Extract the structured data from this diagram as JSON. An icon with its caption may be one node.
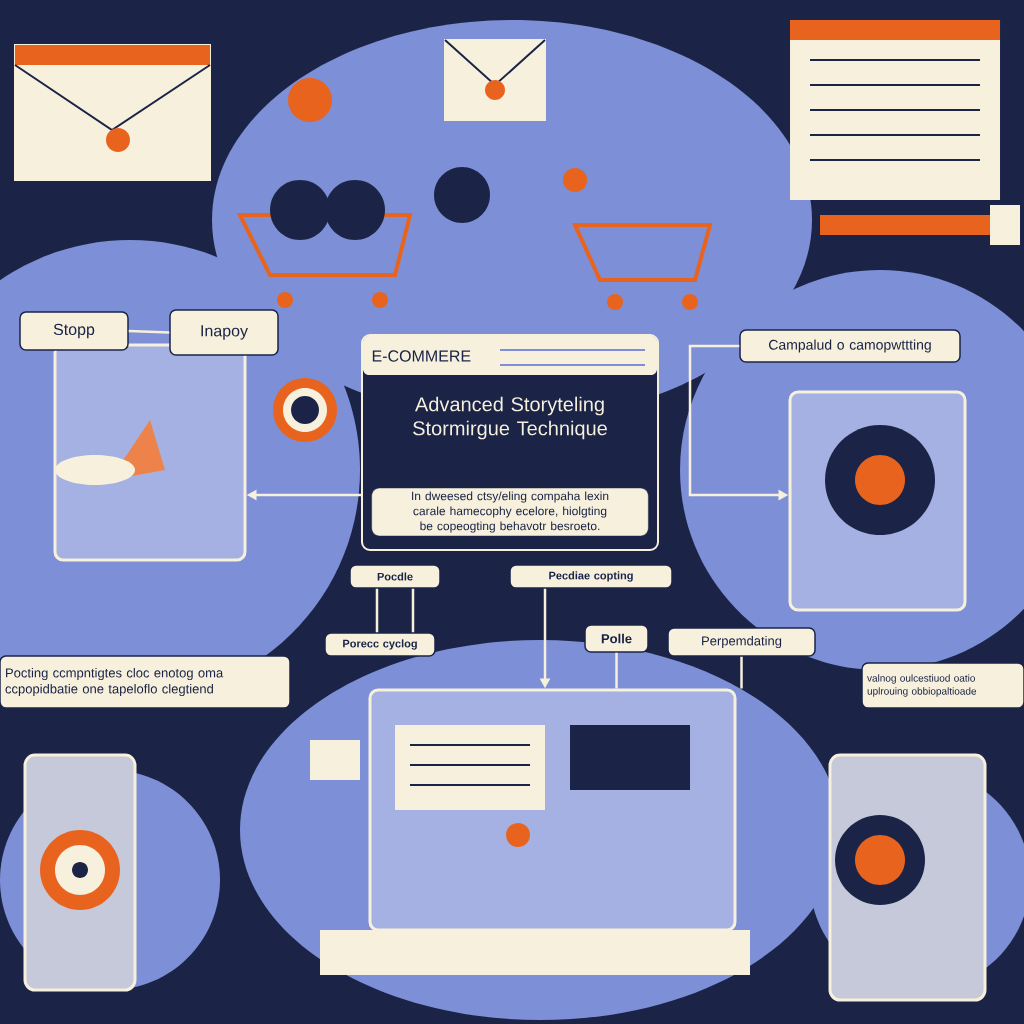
{
  "diagram": {
    "nodes": [
      {
        "text": [
          "Stopp"
        ]
      },
      {
        "text": [
          "Inapoy"
        ]
      },
      {
        "text": [
          "E-COMMERE",
          "Advanced Storyteling Stormirgue Technique",
          "In dweesed ctsy/eling compaha lexin carale hamecophy ecelore, hiolgting be copeogting behavotr besroeto."
        ]
      },
      {
        "text": [
          "Campalud o camopwttting"
        ]
      },
      {
        "text": [
          "Pocdle"
        ]
      },
      {
        "text": [
          "Pecdiae copting"
        ]
      },
      {
        "text": [
          "Porecc cyclog"
        ]
      },
      {
        "text": [
          "Polle"
        ]
      },
      {
        "text": [
          "Perpemdating"
        ]
      },
      {
        "text": [
          "Pocting ccmpntigtes cloc enotog oma ccpopidbatie one tapeloflo clegtiend"
        ]
      },
      {
        "text": [
          "valnog oulcestiuod oatio uplrouing obbiopaltioade"
        ]
      },
      {
        "text": [],
        "shape": "picture"
      },
      {
        "text": [],
        "shape": "picture"
      },
      {
        "text": [],
        "shape": "picture"
      }
    ],
    "edges": [
      {
        "from": 0,
        "to": 1,
        "arrow": "none"
      },
      {
        "from": 4,
        "to": 6,
        "arrow": "none"
      },
      {
        "from": 5,
        "to": 11,
        "arrow": "to"
      },
      {
        "from": 7,
        "to": 11,
        "arrow": "none"
      },
      {
        "from": 8,
        "to": 11,
        "arrow": "none"
      },
      {
        "from": 2,
        "to": 12,
        "arrow": "to"
      },
      {
        "from": 3,
        "to": 13,
        "arrow": "to"
      }
    ]
  }
}
